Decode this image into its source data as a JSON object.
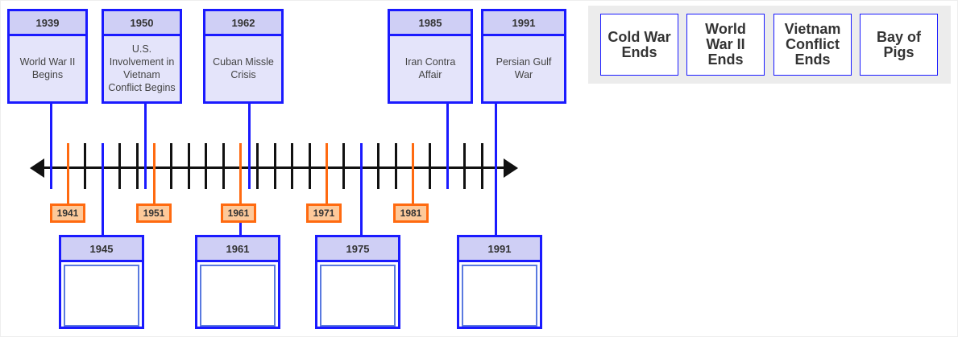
{
  "timeline": {
    "start_year": 1939,
    "end_year": 1991,
    "top_events": [
      {
        "year": "1939",
        "label": "World War II Begins"
      },
      {
        "year": "1950",
        "label": "U.S. Involvement in Vietnam Conflict Begins"
      },
      {
        "year": "1962",
        "label": "Cuban Missle Crisis"
      },
      {
        "year": "1985",
        "label": "Iran Contra Affair"
      },
      {
        "year": "1991",
        "label": "Persian Gulf War"
      }
    ],
    "decade_markers": [
      "1941",
      "1951",
      "1961",
      "1971",
      "1981"
    ],
    "drop_targets": [
      {
        "year": "1945",
        "label": ""
      },
      {
        "year": "1961",
        "label": ""
      },
      {
        "year": "1975",
        "label": ""
      },
      {
        "year": "1991",
        "label": ""
      }
    ]
  },
  "card_bank": {
    "cards": [
      "Cold War Ends",
      "World War II Ends",
      "Vietnam Conflict Ends",
      "Bay of Pigs"
    ]
  },
  "colors": {
    "event_border": "#1a1aff",
    "decade": "#ff6a10"
  }
}
